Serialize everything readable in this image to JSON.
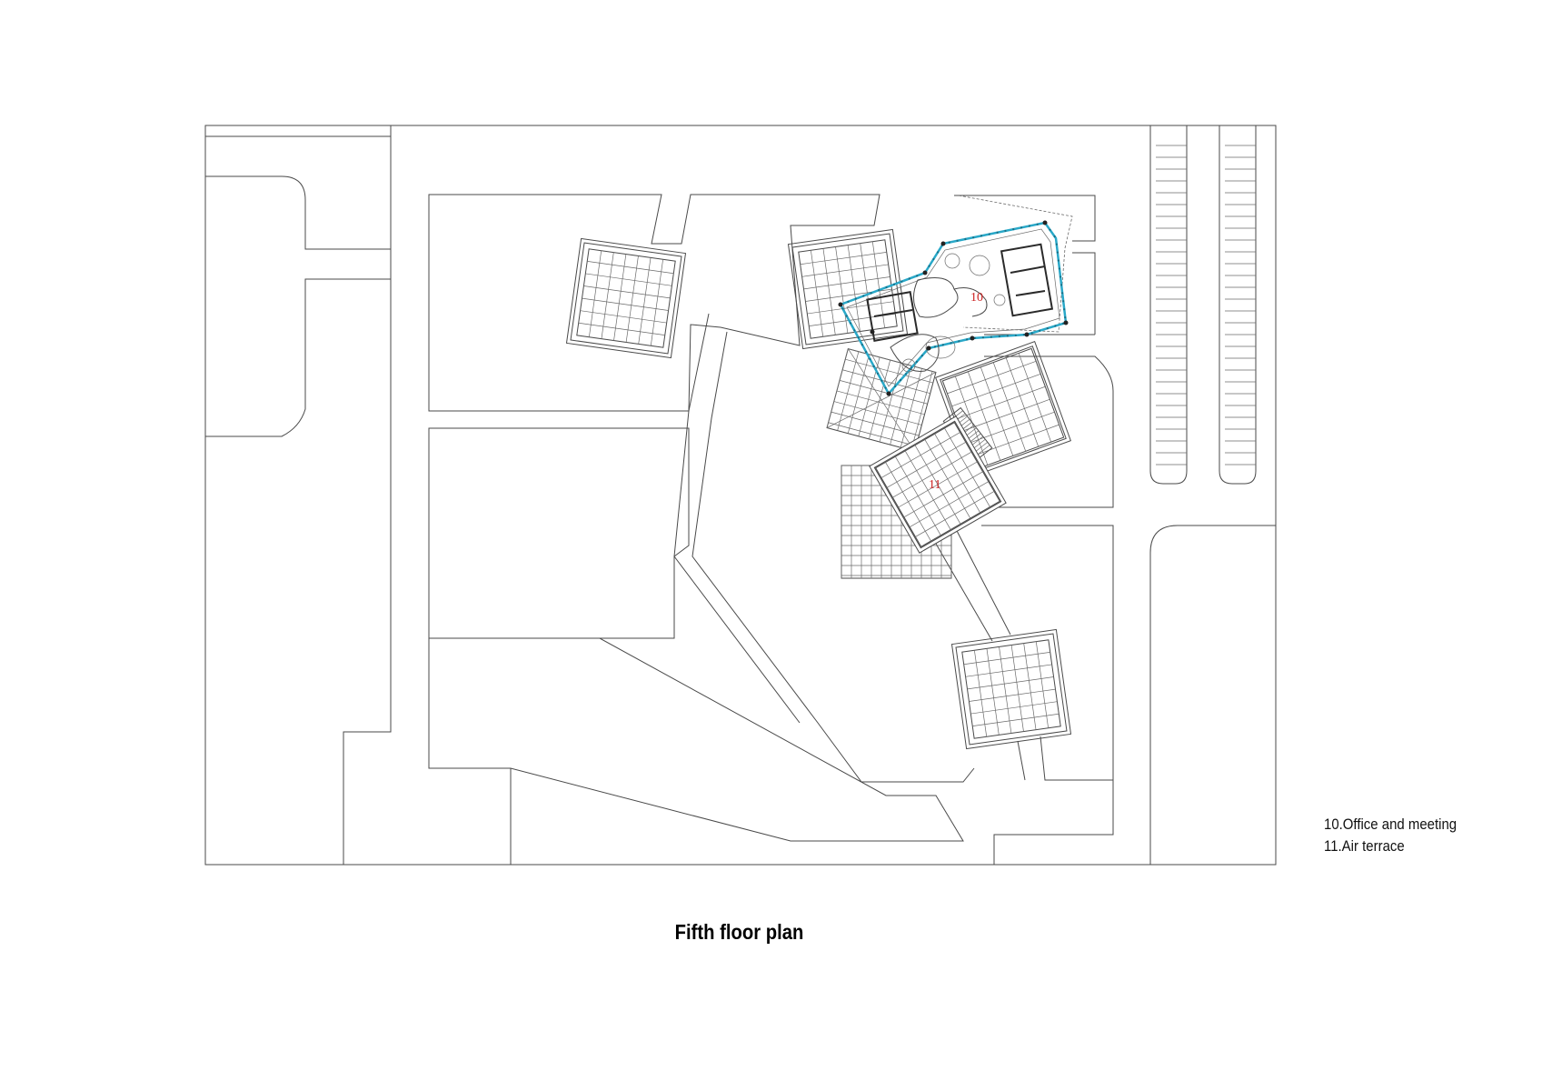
{
  "title": "Fifth floor plan",
  "labels": {
    "office": "10",
    "terrace": "11"
  },
  "legend": [
    {
      "text": "10.Office and meeting"
    },
    {
      "text": "11.Air terrace"
    }
  ],
  "colors": {
    "glass": "#29a8c8",
    "number": "#cc1f1f",
    "line": "#4a4a4a"
  }
}
